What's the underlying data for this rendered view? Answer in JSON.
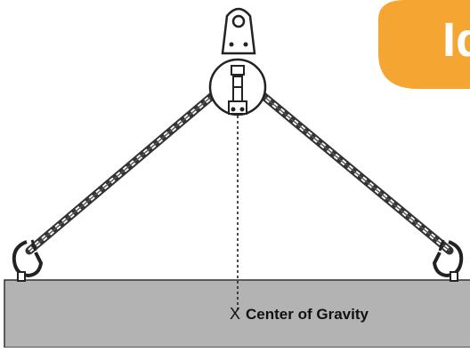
{
  "badge": {
    "text": "Id",
    "color": "#f5a632"
  },
  "load": {
    "color": "#b3b3b3",
    "border": "#333333"
  },
  "label": {
    "marker": "X",
    "text": "Center of Gravity"
  },
  "icons": [
    "shackle-plate-icon",
    "chain-sling-icon",
    "sling-hook-icon"
  ]
}
